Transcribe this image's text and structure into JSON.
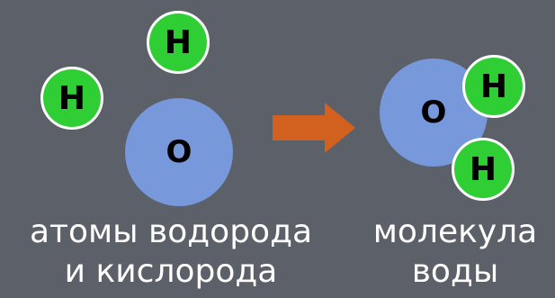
{
  "diagram": {
    "left_group": {
      "atoms": [
        {
          "symbol": "H"
        },
        {
          "symbol": "H"
        },
        {
          "symbol": "O"
        }
      ],
      "caption_line1": "атомы водорода",
      "caption_line2": "и кислорода"
    },
    "right_group": {
      "atoms": [
        {
          "symbol": "O"
        },
        {
          "symbol": "H"
        },
        {
          "symbol": "H"
        }
      ],
      "caption_line1": "молекула",
      "caption_line2": "воды"
    },
    "colors": {
      "background": "#5c6068",
      "hydrogen": "#2fce34",
      "oxygen": "#7898dc",
      "arrow": "#d2601e",
      "text": "#ffffff"
    }
  }
}
